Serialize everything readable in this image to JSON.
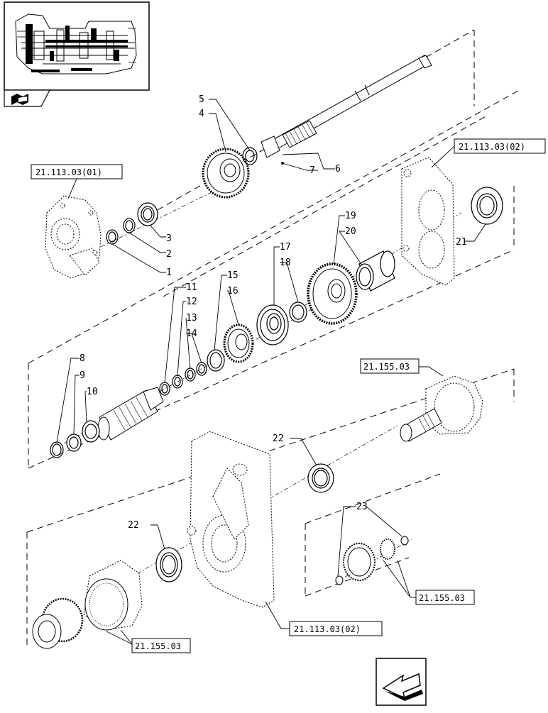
{
  "callouts": {
    "n1": "1",
    "n2": "2",
    "n3": "3",
    "n4": "4",
    "n5": "5",
    "n6": "6",
    "n7": "7",
    "n8": "8",
    "n9": "9",
    "n10": "10",
    "n11": "11",
    "n12": "12",
    "n13": "13",
    "n14": "14",
    "n15": "15",
    "n16": "16",
    "n17": "17",
    "n18": "18",
    "n19": "19",
    "n20": "20",
    "n21": "21",
    "n22a": "22",
    "n22b": "22",
    "n23": "23"
  },
  "references": {
    "ref_21_113_03_01": "21.113.03(01)",
    "ref_21_113_03_02_top": "21.113.03(02)",
    "ref_21_155_03_mid": "21.155.03",
    "ref_21_155_03_right": "21.155.03",
    "ref_21_155_03_bottom": "21.155.03",
    "ref_21_113_03_02_bottom": "21.113.03(02)"
  },
  "icons": {
    "thumbnail": "transmission-thumbnail",
    "thumbnail_tab": "book-icon",
    "nav": "previous-page-arrow-icon"
  }
}
